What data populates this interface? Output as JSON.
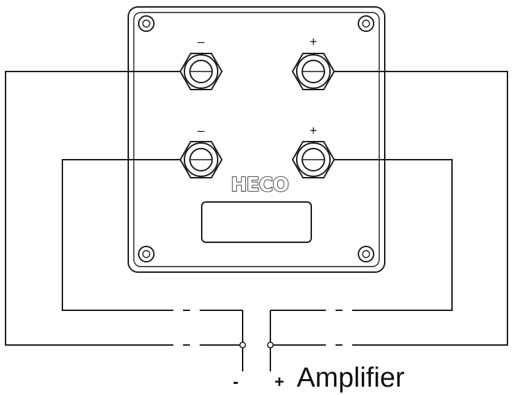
{
  "brand": {
    "logo_text": "HECO"
  },
  "terminals": [
    {
      "id": "top-left",
      "polarity": "–"
    },
    {
      "id": "top-right",
      "polarity": "+"
    },
    {
      "id": "bottom-left",
      "polarity": "–"
    },
    {
      "id": "bottom-right",
      "polarity": "+"
    }
  ],
  "amplifier": {
    "label": "Amplifier",
    "minus": "-",
    "plus": "+"
  }
}
